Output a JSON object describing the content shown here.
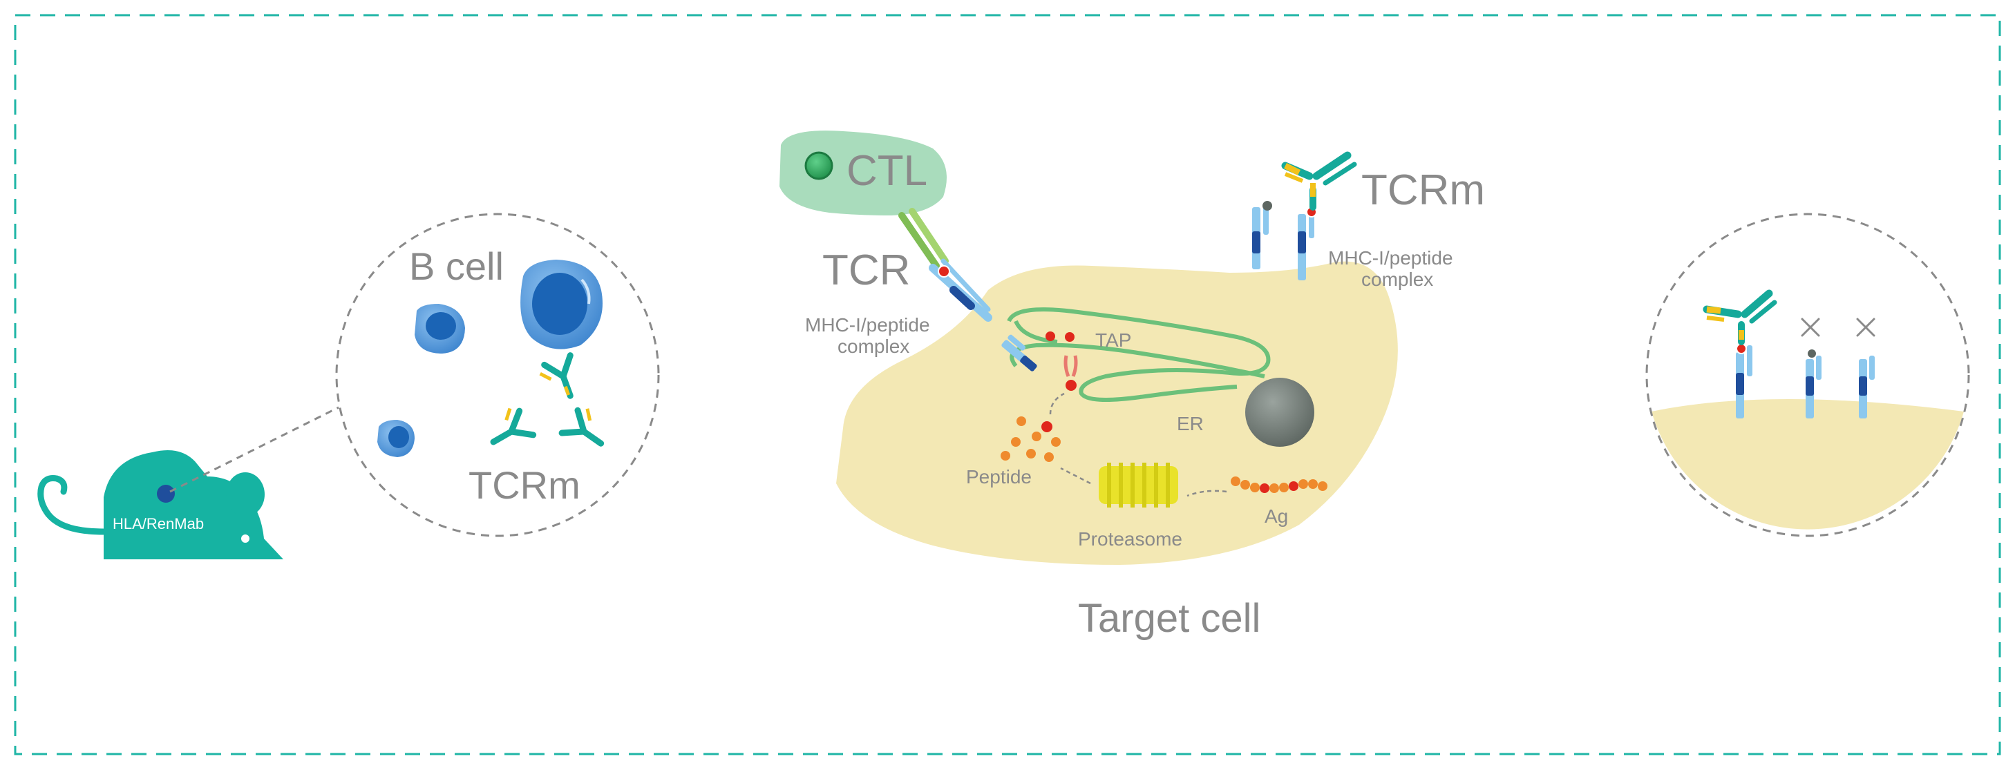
{
  "labels": {
    "mouse": "HLA/RenMab",
    "b_cell": "B cell",
    "tcrm_left": "TCRm",
    "ctl": "CTL",
    "tcr": "TCR",
    "mhc_left_1": "MHC-I/peptide",
    "mhc_left_2": "complex",
    "tcrm_top": "TCRm",
    "mhc_right_1": "MHC-I/peptide",
    "mhc_right_2": "complex",
    "tap": "TAP",
    "er": "ER",
    "peptide": "Peptide",
    "proteasome": "Proteasome",
    "ag": "Ag",
    "target_cell": "Target cell"
  },
  "colors": {
    "border": "#1fb5a6",
    "mouse": "#16b3a2",
    "cell_body": "#f3e8b4",
    "ctl": "#a9dcbc",
    "er": "#6cc07a",
    "b_cell_blue": "#4f93d6",
    "antibody_teal": "#15a99a",
    "antibody_yellow": "#f2c21a",
    "mhc_light": "#8cc8ee",
    "mhc_dark": "#1f4e9c",
    "peptide_red": "#e0281c",
    "peptide_orange": "#ef8a2d",
    "nucleus": "#6e7672"
  }
}
